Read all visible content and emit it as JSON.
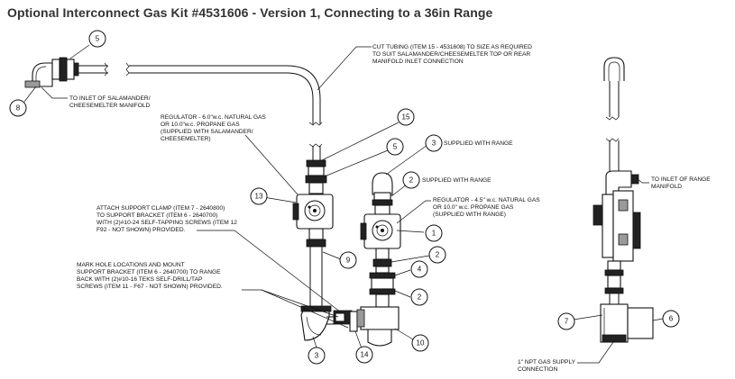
{
  "title": "Optional Interconnect Gas Kit #4531606 - Version 1, Connecting to a 36in Range",
  "callouts": [
    "5",
    "8",
    "15",
    "5",
    "3",
    "2",
    "13",
    "1",
    "9",
    "2",
    "4",
    "2",
    "3",
    "14",
    "10",
    "7",
    "6"
  ],
  "notes": {
    "inlet_salamander": [
      "TO INLET OF SALAMANDER/",
      "CHEESEMELTER MANIFOLD"
    ],
    "cut_tubing": [
      "CUT TUBING (ITEM 15 - 4531608) TO SIZE AS REQUIRED",
      "TO SUIT SALAMANDER/CHEESEMELTER TOP OR REAR",
      "MANIFOLD INLET CONNECTION"
    ],
    "regulator_salamander": [
      "REGULATOR - 6.0\"w.c. NATURAL GAS",
      "OR 10.0\"w.c. PROPANE GAS",
      "(SUPPLIED WITH SALAMANDER/",
      "CHEESEMELTER)"
    ],
    "supplied_range_3": "SUPPLIED WITH RANGE",
    "supplied_range_2": "SUPPLIED WITH RANGE",
    "regulator_range": [
      "REGULATOR - 4.5\" w.c. NATURAL GAS",
      "OR 10.0\" w.c. PROPANE GAS",
      "(SUPPLIED WITH RANGE)"
    ],
    "support_clamp": [
      "ATTACH SUPPORT CLAMP (ITEM 7 - 2640800)",
      "TO SUPPORT BRACKET (ITEM 6 - 2640700)",
      "WITH (2)#10-24 SELF-TAPPING SCREWS (ITEM 12",
      "F92 - NOT SHOWN) PROVIDED."
    ],
    "mark_holes": [
      "MARK HOLE LOCATIONS AND MOUNT",
      " SUPPORT BRACKET (ITEM 6 - 2640700) TO RANGE",
      "BACK WITH (2)#10-16 TEKS SELF-DRILL/TAP",
      "SCREWS (ITEM 11 - F67 - NOT SHOWN) PROVIDED."
    ],
    "inlet_range": [
      "TO INLET OF RANGE",
      "MANIFOLD"
    ],
    "npt_supply": [
      "1\" NPT GAS SUPPLY",
      "CONNECTION"
    ]
  }
}
